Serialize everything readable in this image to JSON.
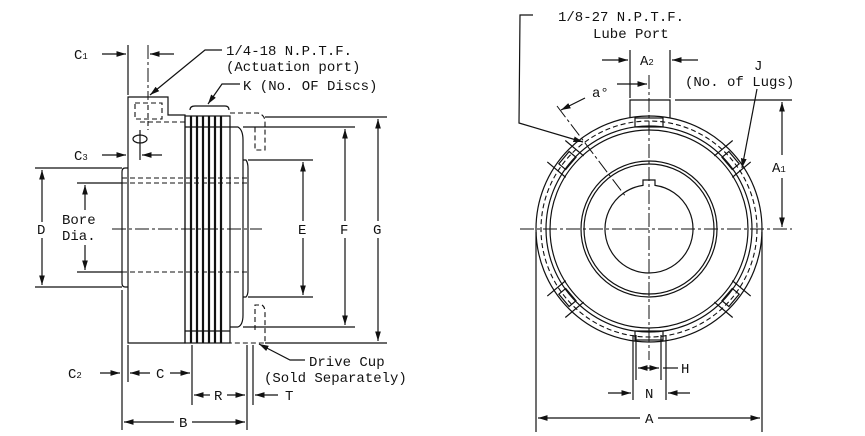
{
  "side_view": {
    "actuation_port": {
      "line1": "1/4-18 N.P.T.F.",
      "line2": "(Actuation port)"
    },
    "discs": "K (No. OF Discs)",
    "drive_cup": {
      "line1": "Drive Cup",
      "line2": "(Sold Separately)"
    },
    "bore": {
      "line1": "Bore",
      "line2": "Dia."
    },
    "dims": {
      "C1": "C",
      "C1_sub": "1",
      "C3": "C",
      "C3_sub": "3",
      "C2": "C",
      "C2_sub": "2",
      "C": "C",
      "R": "R",
      "T": "T",
      "B": "B",
      "D": "D",
      "E": "E",
      "F": "F",
      "G": "G"
    }
  },
  "end_view": {
    "lube_port": {
      "line1": "1/8-27 N.P.T.F.",
      "line2": "Lube Port"
    },
    "lugs": {
      "line1": "J",
      "line2": "(No. of Lugs)"
    },
    "dims": {
      "A2": "A",
      "A2_sub": "2",
      "A1": "A",
      "A1_sub": "1",
      "angle": "a°",
      "H": "H",
      "N": "N",
      "A": "A"
    }
  }
}
